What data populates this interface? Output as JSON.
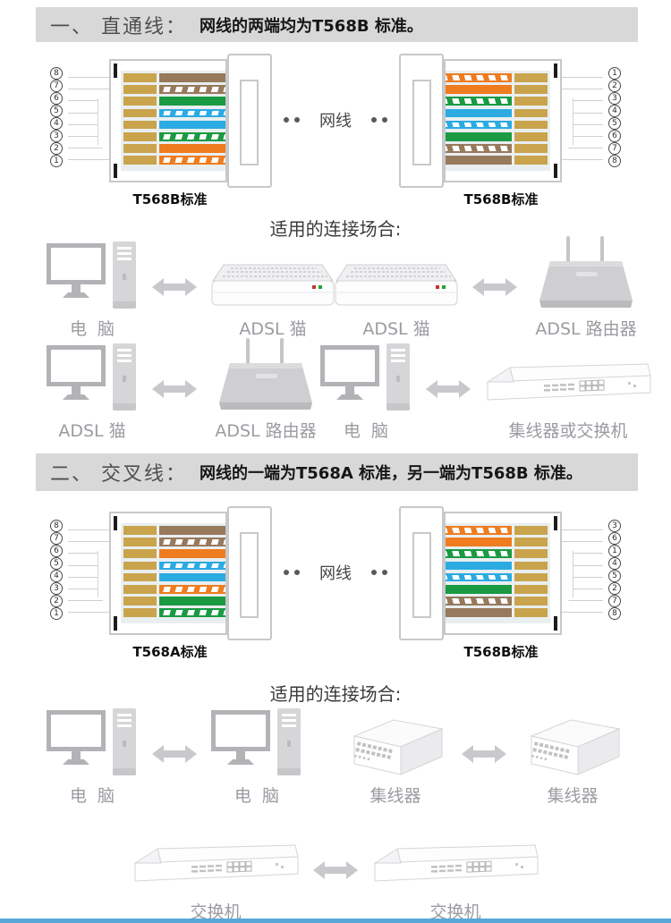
{
  "page": {
    "background": "#ffffff",
    "bottom_bar_color": "#57a7d8"
  },
  "palette": {
    "orange": "#ef7c1f",
    "green": "#1a9a43",
    "blue": "#2babe2",
    "brown": "#97795c",
    "gold": "#c9a44c",
    "led_red": "#c0392b",
    "led_green": "#27a03a"
  },
  "section1": {
    "heading_index": "一、 直通线：",
    "heading_desc": "网线的两端均为T568B 标准。",
    "cable_label": "网线",
    "left_connector": {
      "label": "T568B标准",
      "pins": [
        "8",
        "7",
        "6",
        "5",
        "4",
        "3",
        "2",
        "1"
      ],
      "wires": [
        {
          "color": "brown",
          "striped": false
        },
        {
          "color": "brown",
          "striped": true
        },
        {
          "color": "green",
          "striped": false
        },
        {
          "color": "blue",
          "striped": true
        },
        {
          "color": "blue",
          "striped": false
        },
        {
          "color": "green",
          "striped": true
        },
        {
          "color": "orange",
          "striped": false
        },
        {
          "color": "orange",
          "striped": true
        }
      ]
    },
    "right_connector": {
      "label": "T568B标准",
      "pins": [
        "1",
        "2",
        "3",
        "4",
        "5",
        "6",
        "7",
        "8"
      ],
      "wires": [
        {
          "color": "orange",
          "striped": true
        },
        {
          "color": "orange",
          "striped": false
        },
        {
          "color": "green",
          "striped": true
        },
        {
          "color": "blue",
          "striped": false
        },
        {
          "color": "blue",
          "striped": true
        },
        {
          "color": "green",
          "striped": false
        },
        {
          "color": "brown",
          "striped": true
        },
        {
          "color": "brown",
          "striped": false
        }
      ]
    },
    "usage_title": "适用的连接场合:",
    "pair_rows": [
      [
        {
          "left": {
            "icon": "computer",
            "label": "电  脑"
          },
          "right": {
            "icon": "modem",
            "label": "ADSL 猫"
          }
        },
        {
          "left": {
            "icon": "modem",
            "label": "ADSL 猫"
          },
          "right": {
            "icon": "router",
            "label": "ADSL 路由器"
          }
        }
      ],
      [
        {
          "left": {
            "icon": "computer",
            "label": "ADSL 猫"
          },
          "right": {
            "icon": "router",
            "label": "ADSL 路由器"
          }
        },
        {
          "left": {
            "icon": "computer",
            "label": "电  脑"
          },
          "right": {
            "icon": "rackswitch",
            "label": "集线器或交换机"
          }
        }
      ]
    ]
  },
  "section2": {
    "heading_index": "二、 交叉线：",
    "heading_desc": "网线的一端为T568A 标准，另一端为T568B 标准。",
    "cable_label": "网线",
    "left_connector": {
      "label": "T568A标准",
      "pins": [
        "8",
        "7",
        "6",
        "5",
        "4",
        "3",
        "2",
        "1"
      ],
      "wires": [
        {
          "color": "brown",
          "striped": false
        },
        {
          "color": "brown",
          "striped": true
        },
        {
          "color": "orange",
          "striped": false
        },
        {
          "color": "blue",
          "striped": true
        },
        {
          "color": "blue",
          "striped": false
        },
        {
          "color": "orange",
          "striped": true
        },
        {
          "color": "green",
          "striped": false
        },
        {
          "color": "green",
          "striped": true
        }
      ]
    },
    "right_connector": {
      "label": "T568B标准",
      "pins": [
        "3",
        "6",
        "1",
        "4",
        "5",
        "2",
        "7",
        "8"
      ],
      "wires": [
        {
          "color": "orange",
          "striped": true
        },
        {
          "color": "orange",
          "striped": false
        },
        {
          "color": "green",
          "striped": true
        },
        {
          "color": "blue",
          "striped": false
        },
        {
          "color": "blue",
          "striped": true
        },
        {
          "color": "green",
          "striped": false
        },
        {
          "color": "brown",
          "striped": true
        },
        {
          "color": "brown",
          "striped": false
        }
      ]
    },
    "usage_title": "适用的连接场合:",
    "pair_rows": [
      [
        {
          "left": {
            "icon": "computer",
            "label": "电  脑"
          },
          "right": {
            "icon": "computer",
            "label": "电  脑"
          }
        },
        {
          "left": {
            "icon": "hub",
            "label": "集线器"
          },
          "right": {
            "icon": "hub",
            "label": "集线器"
          }
        }
      ],
      [
        {
          "left": {
            "icon": "rackswitch",
            "label": "交换机"
          },
          "right": {
            "icon": "rackswitch",
            "label": "交换机"
          }
        }
      ]
    ]
  }
}
